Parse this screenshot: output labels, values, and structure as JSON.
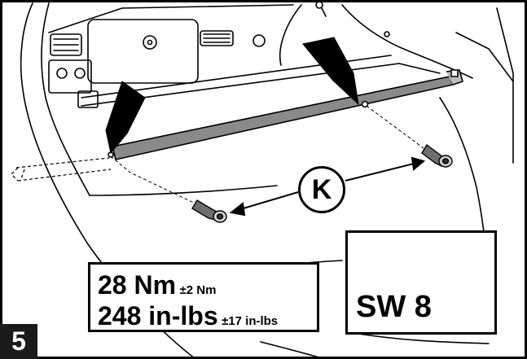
{
  "diagram": {
    "step_number": "5",
    "callout_letter": "K",
    "torque": {
      "metric_value": "28 Nm",
      "metric_tolerance": "±2 Nm",
      "imperial_value": "248 in-lbs",
      "imperial_tolerance": "±17 in-lbs"
    },
    "tool": {
      "label": "SW 8"
    }
  }
}
